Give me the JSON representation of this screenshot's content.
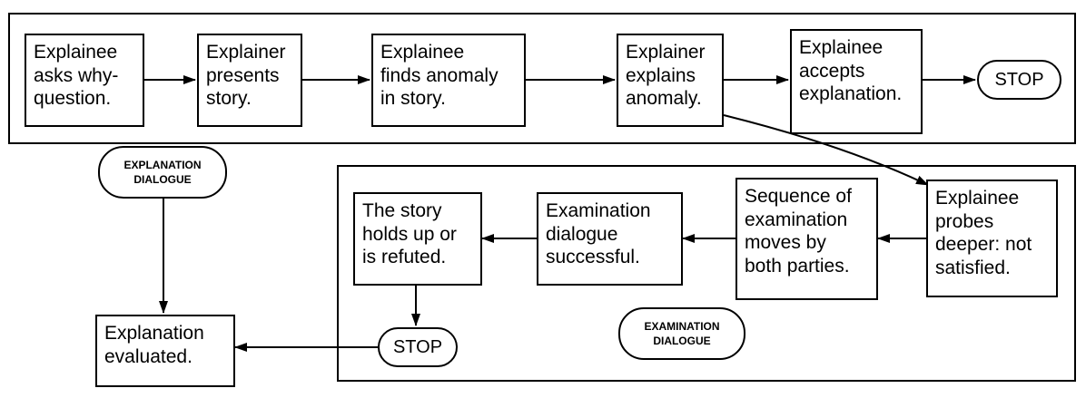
{
  "frames": {
    "explanation": "explanation-dialogue-frame",
    "examination": "examination-dialogue-frame"
  },
  "nodes": {
    "explainee_asks": "Explainee\nasks why-\nquestion.",
    "explainer_presents": "Explainer\npresents\nstory.",
    "explainee_finds": "Explainee\nfinds anomaly\nin story.",
    "explainer_explains": "Explainer\nexplains\nanomaly.",
    "explainee_accepts": "Explainee\naccepts\nexplanation.",
    "stop_top": "STOP",
    "explainee_probes": "Explainee\nprobes\ndeeper: not\nsatisfied.",
    "sequence_moves": "Sequence of\nexamination\nmoves by\nboth parties.",
    "exam_successful": "Examination\ndialogue\nsuccessful.",
    "story_holds": "The story\nholds up or\nis refuted.",
    "stop_bottom": "STOP",
    "explanation_evaluated": "Explanation\nevaluated."
  },
  "labels": {
    "explanation_dialogue": "EXPLANATION\nDIALOGUE",
    "examination_dialogue": "EXAMINATION\nDIALOGUE"
  },
  "edges": [
    {
      "from": "explainee_asks",
      "to": "explainer_presents"
    },
    {
      "from": "explainer_presents",
      "to": "explainee_finds"
    },
    {
      "from": "explainee_finds",
      "to": "explainer_explains"
    },
    {
      "from": "explainer_explains",
      "to": "explainee_accepts"
    },
    {
      "from": "explainee_accepts",
      "to": "stop_top"
    },
    {
      "from": "explainer_explains",
      "to": "explainee_probes"
    },
    {
      "from": "explainee_probes",
      "to": "sequence_moves"
    },
    {
      "from": "sequence_moves",
      "to": "exam_successful"
    },
    {
      "from": "exam_successful",
      "to": "story_holds"
    },
    {
      "from": "story_holds",
      "to": "stop_bottom"
    },
    {
      "from": "stop_bottom",
      "to": "explanation_evaluated"
    },
    {
      "from": "explanation_dialogue",
      "to": "explanation_evaluated"
    }
  ]
}
